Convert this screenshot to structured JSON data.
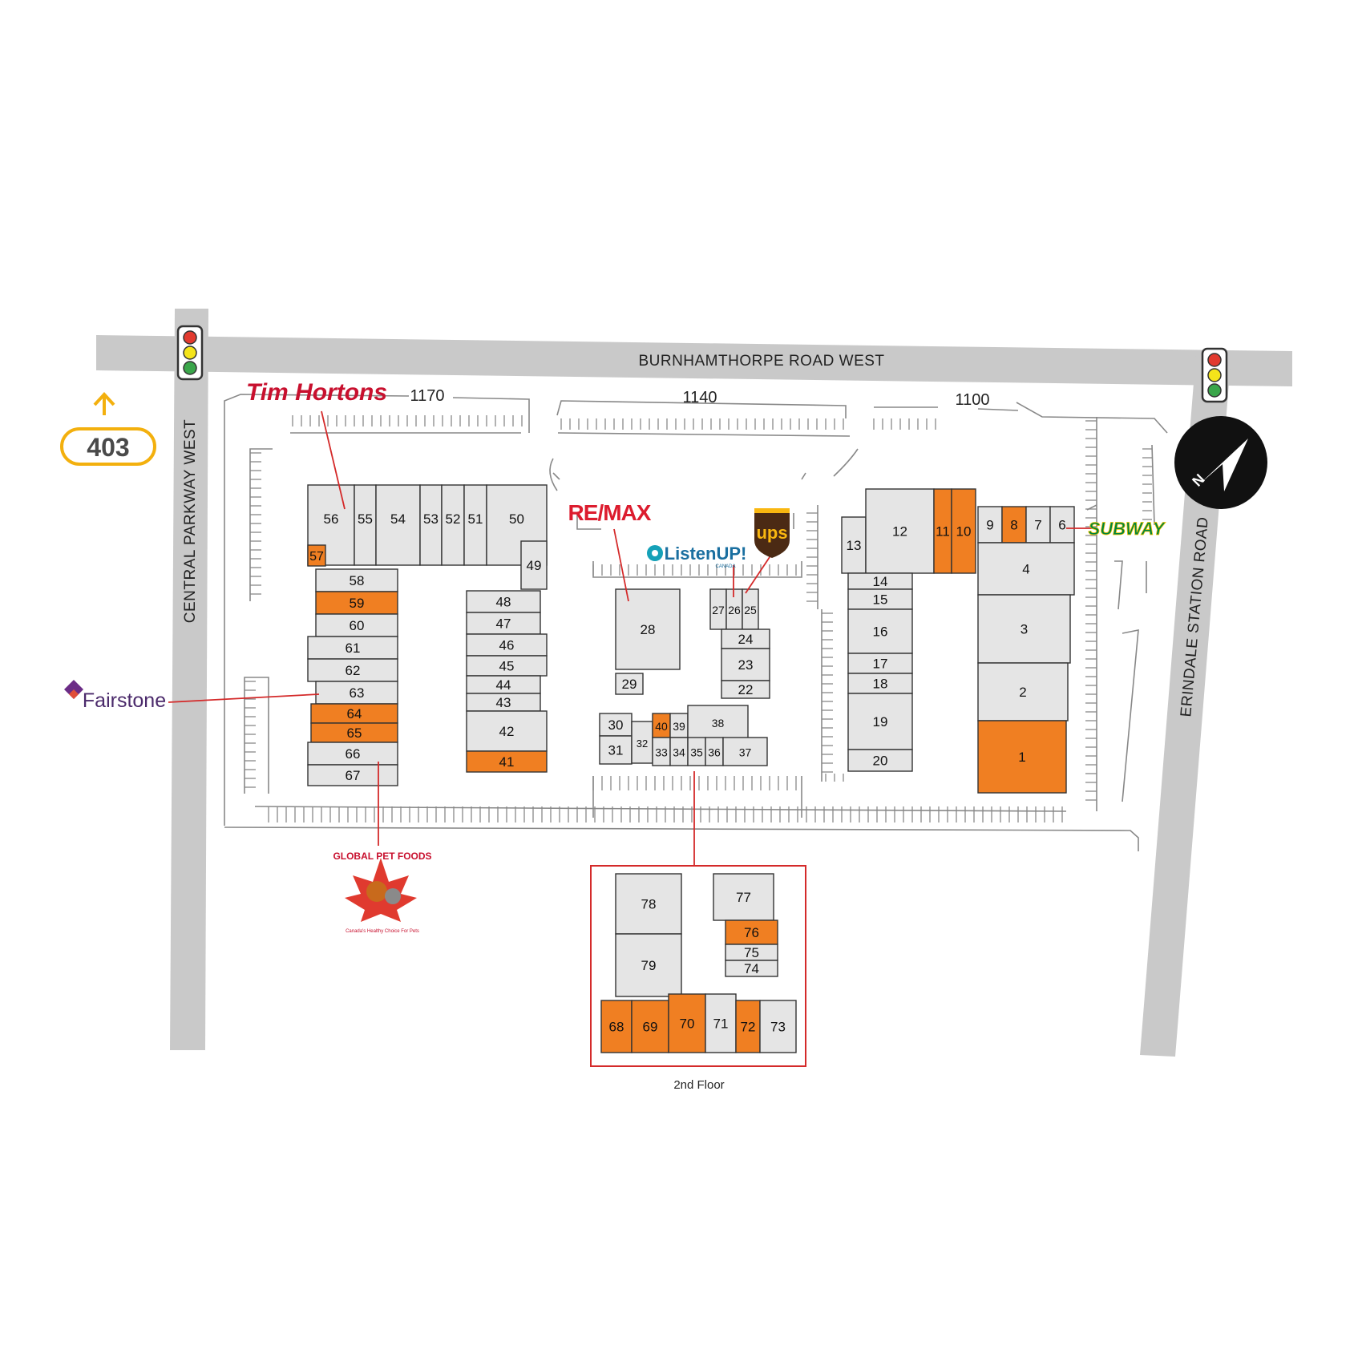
{
  "roads": {
    "north": "BURNHAMTHORPE ROAD WEST",
    "west": "CENTRAL PARKWAY WEST",
    "east": "ERINDALE STATION ROAD"
  },
  "highway": "403",
  "compass_letter": "N",
  "addresses": [
    "1170",
    "1140",
    "1100"
  ],
  "brands": {
    "tim_hortons": "Tim Hortons",
    "remax": "RE/MAX",
    "listenup": "ListenUP!",
    "listenup_sub": "CANADA",
    "ups": "ups",
    "subway": "SUBWAY",
    "fairstone": "Fairstone",
    "global_pet_foods": "GLOBAL PET FOODS",
    "global_pet_tagline": "Canada's Healthy Choice For Pets"
  },
  "second_floor_label": "2nd Floor",
  "colors": {
    "available": "#f07f22",
    "occupied": "#e5e5e5",
    "callout": "#d42a2a",
    "road": "#c9c9c9"
  },
  "units": [
    {
      "label": "56",
      "status": "occupied"
    },
    {
      "label": "55",
      "status": "occupied"
    },
    {
      "label": "54",
      "status": "occupied"
    },
    {
      "label": "53",
      "status": "occupied"
    },
    {
      "label": "52",
      "status": "occupied"
    },
    {
      "label": "51",
      "status": "occupied"
    },
    {
      "label": "50",
      "status": "occupied"
    },
    {
      "label": "49",
      "status": "occupied"
    },
    {
      "label": "57",
      "status": "available"
    },
    {
      "label": "58",
      "status": "occupied"
    },
    {
      "label": "59",
      "status": "available"
    },
    {
      "label": "60",
      "status": "occupied"
    },
    {
      "label": "61",
      "status": "occupied"
    },
    {
      "label": "62",
      "status": "occupied"
    },
    {
      "label": "63",
      "status": "occupied"
    },
    {
      "label": "64",
      "status": "available"
    },
    {
      "label": "65",
      "status": "available"
    },
    {
      "label": "66",
      "status": "occupied"
    },
    {
      "label": "67",
      "status": "occupied"
    },
    {
      "label": "48",
      "status": "occupied"
    },
    {
      "label": "47",
      "status": "occupied"
    },
    {
      "label": "46",
      "status": "occupied"
    },
    {
      "label": "45",
      "status": "occupied"
    },
    {
      "label": "44",
      "status": "occupied"
    },
    {
      "label": "43",
      "status": "occupied"
    },
    {
      "label": "42",
      "status": "occupied"
    },
    {
      "label": "41",
      "status": "available"
    },
    {
      "label": "28",
      "status": "occupied"
    },
    {
      "label": "29",
      "status": "occupied"
    },
    {
      "label": "27",
      "status": "occupied"
    },
    {
      "label": "26",
      "status": "occupied"
    },
    {
      "label": "25",
      "status": "occupied"
    },
    {
      "label": "24",
      "status": "occupied"
    },
    {
      "label": "23",
      "status": "occupied"
    },
    {
      "label": "22",
      "status": "occupied"
    },
    {
      "label": "30",
      "status": "occupied"
    },
    {
      "label": "31",
      "status": "occupied"
    },
    {
      "label": "32",
      "status": "occupied"
    },
    {
      "label": "40",
      "status": "available"
    },
    {
      "label": "39",
      "status": "occupied"
    },
    {
      "label": "38",
      "status": "occupied"
    },
    {
      "label": "33",
      "status": "occupied"
    },
    {
      "label": "34",
      "status": "occupied"
    },
    {
      "label": "35",
      "status": "occupied"
    },
    {
      "label": "36",
      "status": "occupied"
    },
    {
      "label": "37",
      "status": "occupied"
    },
    {
      "label": "13",
      "status": "occupied"
    },
    {
      "label": "12",
      "status": "occupied"
    },
    {
      "label": "11",
      "status": "available"
    },
    {
      "label": "10",
      "status": "available"
    },
    {
      "label": "14",
      "status": "occupied"
    },
    {
      "label": "15",
      "status": "occupied"
    },
    {
      "label": "16",
      "status": "occupied"
    },
    {
      "label": "17",
      "status": "occupied"
    },
    {
      "label": "18",
      "status": "occupied"
    },
    {
      "label": "19",
      "status": "occupied"
    },
    {
      "label": "20",
      "status": "occupied"
    },
    {
      "label": "9",
      "status": "occupied"
    },
    {
      "label": "8",
      "status": "available"
    },
    {
      "label": "7",
      "status": "occupied"
    },
    {
      "label": "6",
      "status": "occupied"
    },
    {
      "label": "4",
      "status": "occupied"
    },
    {
      "label": "3",
      "status": "occupied"
    },
    {
      "label": "2",
      "status": "occupied"
    },
    {
      "label": "1",
      "status": "available"
    },
    {
      "label": "78",
      "status": "occupied"
    },
    {
      "label": "79",
      "status": "occupied"
    },
    {
      "label": "77",
      "status": "occupied"
    },
    {
      "label": "76",
      "status": "available"
    },
    {
      "label": "75",
      "status": "occupied"
    },
    {
      "label": "74",
      "status": "occupied"
    },
    {
      "label": "68",
      "status": "available"
    },
    {
      "label": "69",
      "status": "available"
    },
    {
      "label": "70",
      "status": "available"
    },
    {
      "label": "71",
      "status": "occupied"
    },
    {
      "label": "72",
      "status": "available"
    },
    {
      "label": "73",
      "status": "occupied"
    }
  ]
}
